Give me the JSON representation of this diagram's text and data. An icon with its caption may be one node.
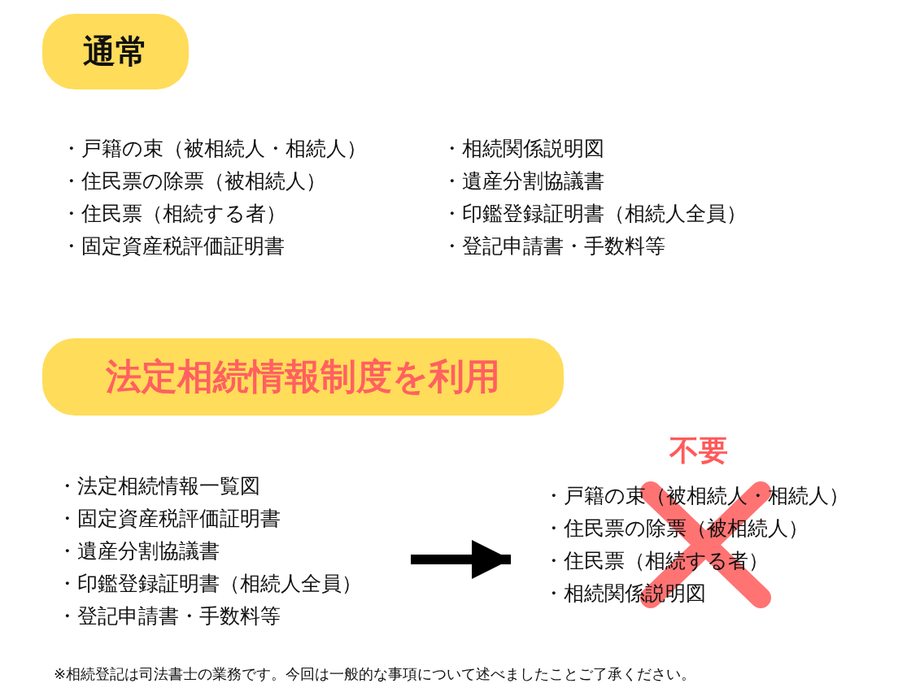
{
  "diagram": {
    "nodes": [
      {
        "text": [
          "通常"
        ]
      },
      {
        "text": [
          "法定相続情報制度を利用"
        ]
      },
      {
        "text": [
          "・法定相続情報一覧図",
          "・固定資産税評価証明書",
          "・遺産分割協議書",
          "・印鑑登録証明書（相続人全員）",
          "・登記申請書・手数料等"
        ]
      },
      {
        "text": [
          "・戸籍の束（被相続人・相続人）",
          "・住民票の除票（被相続人）",
          "・住民票（相続する者）",
          "・相続関係説明図"
        ],
        "beside": [
          "不要"
        ]
      }
    ],
    "edges": [
      {
        "from": 2,
        "to": 3,
        "arrow": "to"
      }
    ],
    "labels": [
      "・戸籍の束（被相続人・相続人）",
      "・住民票の除票（被相続人）",
      "・住民票（相続する者）",
      "・固定資産税評価証明書",
      "・相続関係説明図",
      "・遺産分割協議書",
      "・印鑑登録証明書（相続人全員）",
      "・登記申請書・手数料等",
      "※相続登記は司法書士の業務です。今回は一般的な事項について述べましたことご了承ください。"
    ]
  }
}
